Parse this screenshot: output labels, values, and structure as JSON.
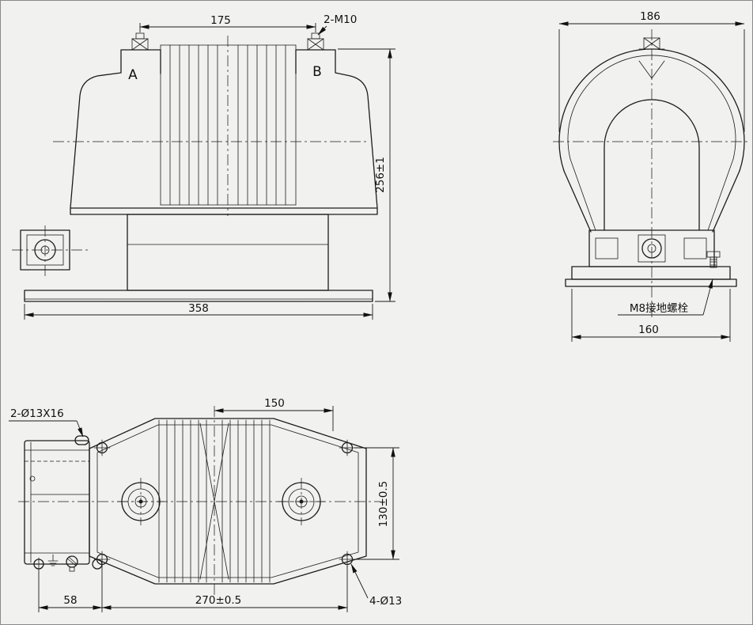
{
  "page": {
    "background": "#f1f1ef",
    "line_color": "#1c1c1c"
  },
  "front_view": {
    "dims": {
      "terminal_spacing": "175",
      "height": "256±1",
      "base_width": "358"
    },
    "callouts": {
      "terminal_bolts": "2-M10"
    },
    "labels": {
      "terminal_a": "A",
      "terminal_b": "B"
    }
  },
  "side_view": {
    "dims": {
      "top_width": "186",
      "base_width": "160"
    },
    "callouts": {
      "ground_bolt": "M8接地螺栓"
    }
  },
  "plan_view": {
    "dims": {
      "rib_width": "150",
      "hole_spacing_vertical": "130±0.5",
      "left_offset": "58",
      "hole_spacing_horizontal": "270±0.5"
    },
    "callouts": {
      "mounting_slots": "2-Ø13X16",
      "corner_holes": "4-Ø13"
    }
  }
}
